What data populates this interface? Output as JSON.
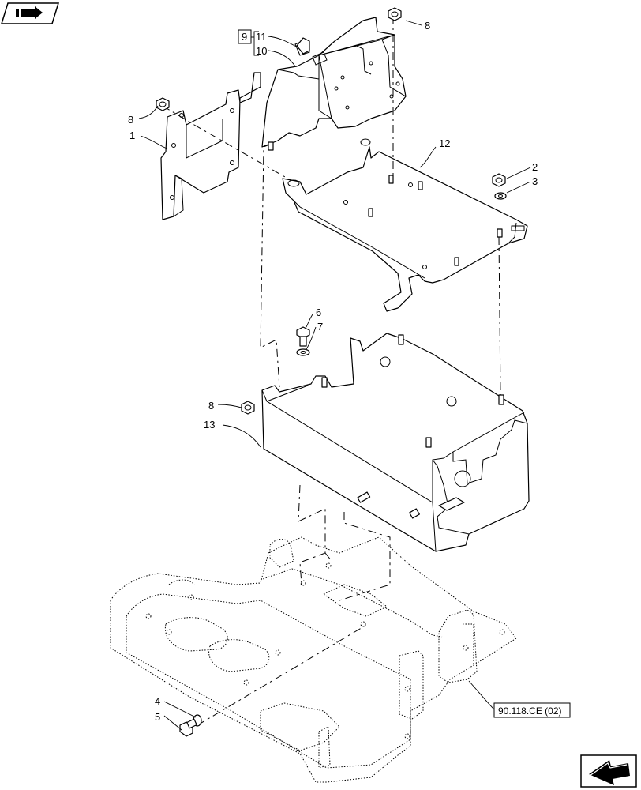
{
  "callouts": {
    "c1": "1",
    "c2": "2",
    "c3": "3",
    "c4": "4",
    "c5": "5",
    "c6": "6",
    "c7": "7",
    "c8a": "8",
    "c8b": "8",
    "c8c": "8",
    "c9": "9",
    "c10": "10",
    "c11": "11",
    "c12": "12",
    "c13": "13"
  },
  "reference": {
    "label": "90.118.CE (02)"
  },
  "icons": {
    "top_left": "forward-book-icon",
    "bottom_right": "next-page-arrow-icon"
  }
}
